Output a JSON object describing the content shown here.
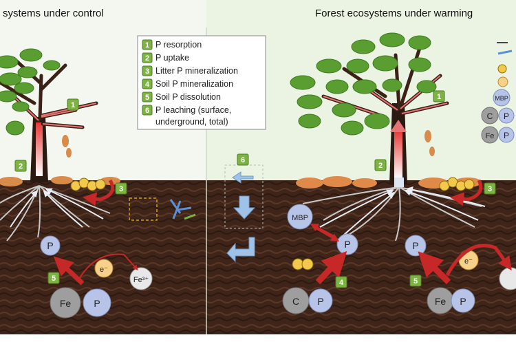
{
  "titles": {
    "left": "systems under control",
    "right": "Forest ecosystems under warming"
  },
  "legend": [
    {
      "num": "1",
      "text": "P resorption"
    },
    {
      "num": "2",
      "text": "P uptake"
    },
    {
      "num": "3",
      "text": "Litter P mineralization"
    },
    {
      "num": "4",
      "text": "Soil P mineralization"
    },
    {
      "num": "5",
      "text": "Soil P dissolution"
    },
    {
      "num": "6",
      "text": "P leaching (surface,"
    },
    {
      "num": "",
      "text": "underground, total)"
    }
  ],
  "badges": {
    "b1_left": "1",
    "b2_left": "2",
    "b3_left": "3",
    "b5_left": "5",
    "b6_mid": "6",
    "b1_right": "1",
    "b2_right": "2",
    "b3_right": "3",
    "b4_right": "4",
    "b5_right": "5"
  },
  "circles": {
    "p_left_top": "P",
    "e_left": "e⁻",
    "fe3_left": "Fe³⁺",
    "fe_left": "Fe",
    "p_left_bottom": "P",
    "mbp_right": "MBP",
    "p_right_mid": "P",
    "c_right": "C",
    "p_right_c": "P",
    "p_right_top": "P",
    "e_right": "e⁻",
    "fe_right": "Fe",
    "p_right_fe": "P",
    "legend_mbp": "MBP",
    "legend_p1": "P",
    "legend_c": "C",
    "legend_p2": "P",
    "legend_fe": "Fe",
    "legend_p3": "P"
  },
  "colors": {
    "sky_left": "#f3f6ee",
    "sky_right": "#eaf3e2",
    "soil": "#3e2418",
    "leaf": "#5a9e32",
    "arrow_red": "#c62828",
    "arrow_blue": "#9fc3e8",
    "badge_green": "#7cb342"
  }
}
